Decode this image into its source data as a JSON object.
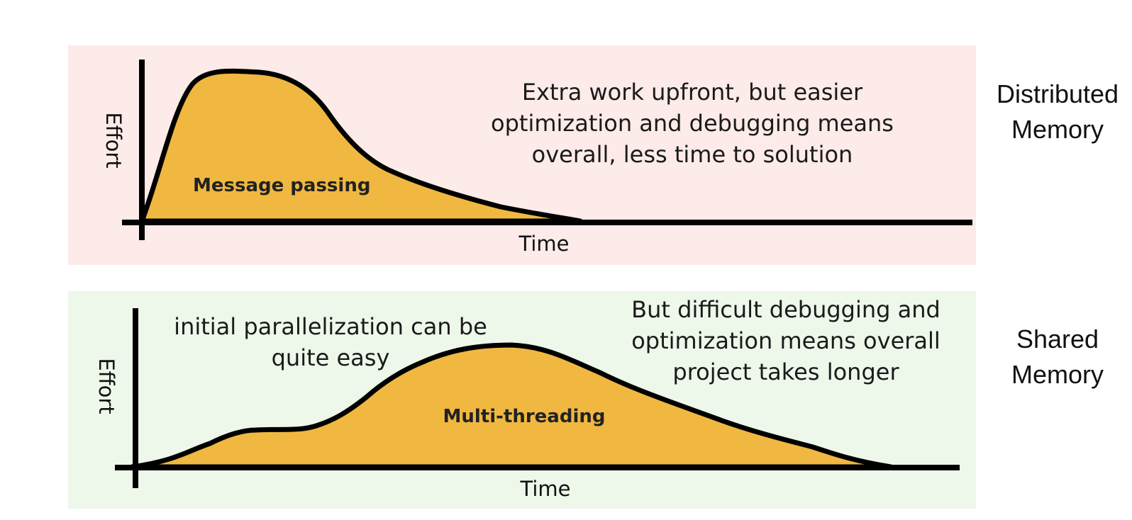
{
  "distributed": {
    "side_label_line1": "Distributed",
    "side_label_line2": "Memory",
    "y_axis_label": "Effort",
    "x_axis_label": "Time",
    "curve_label": "Message passing",
    "annotation_line1": "Extra work upfront,  but easier",
    "annotation_line2": "optimization and debugging means",
    "annotation_line3": "overall, less time to solution",
    "panel_color": "#fcebe8"
  },
  "shared": {
    "side_label_line1": "Shared",
    "side_label_line2": "Memory",
    "y_axis_label": "Effort",
    "x_axis_label": "Time",
    "curve_label": "Multi-threading",
    "annotation_left_line1": "initial parallelization can be",
    "annotation_left_line2": "quite easy",
    "annotation_right_line1": "But difficult debugging and",
    "annotation_right_line2": "optimization means overall",
    "annotation_right_line3": "project takes longer",
    "panel_color": "#edf7ea"
  },
  "colors": {
    "curve_fill": "#f0b840",
    "axis": "#000000"
  }
}
